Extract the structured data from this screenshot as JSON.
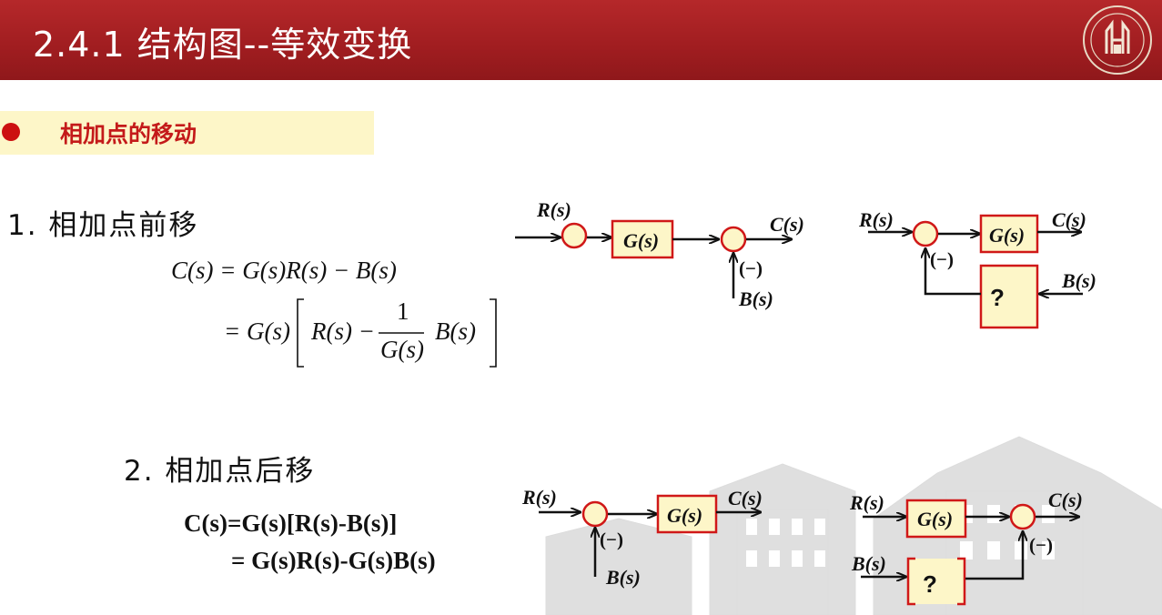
{
  "header": {
    "title": "2.4.1 结构图--等效变换"
  },
  "section": {
    "title": "相加点的移动"
  },
  "part1": {
    "heading": "1. 相加点前移",
    "eq_line1": "C(s) = G(s)R(s) − B(s)",
    "eq_line2_lead": "= G(s)",
    "eq_line2_r": "R(s) −",
    "eq_frac_num": "1",
    "eq_frac_den": "G(s)",
    "eq_line2_b": "B(s)"
  },
  "part2": {
    "heading": "2. 相加点后移",
    "eq_line1": "C(s)=G(s)[R(s)-B(s)]",
    "eq_line2": "= G(s)R(s)-G(s)B(s)"
  },
  "diagrams": {
    "R": "R(s)",
    "C": "C(s)",
    "B": "B(s)",
    "G": "G(s)",
    "minus": "(−)",
    "unknown": "?"
  }
}
